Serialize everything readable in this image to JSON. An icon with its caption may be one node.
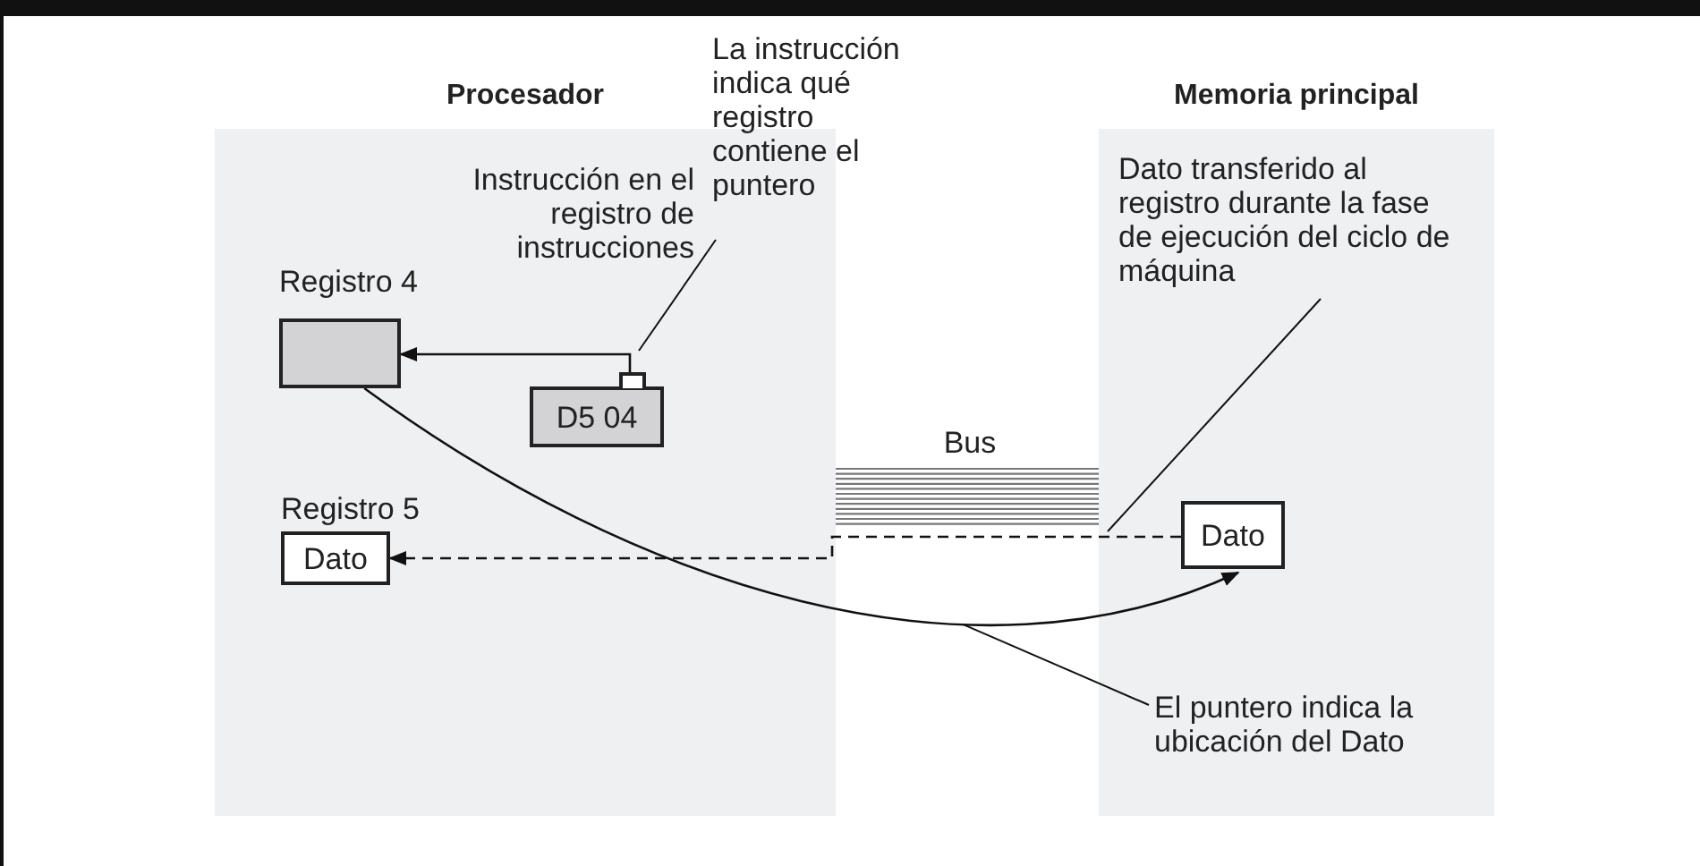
{
  "diagram": {
    "nodes": [
      {
        "text": [
          "Procesador"
        ]
      },
      {
        "text": [
          "Memoria principal"
        ]
      },
      {
        "text": [],
        "shape": "box",
        "beside": [
          "Registro 4"
        ],
        "in": 0
      },
      {
        "text": [
          "D5 04"
        ],
        "in": 0
      },
      {
        "text": [
          "Dato"
        ],
        "beside": [
          "Registro 5"
        ],
        "in": 0
      },
      {
        "text": [
          "Dato"
        ],
        "in": 1
      },
      {
        "text": [
          "La instrucción indica qué registro contiene el puntero"
        ]
      },
      {
        "text": [
          "Dato transferido al registro durante la fase de ejecución del ciclo de máquina"
        ],
        "in": 1
      },
      {
        "text": [
          "El puntero indica la ubicación del Dato"
        ],
        "in": 1
      }
    ],
    "edges": [
      {
        "from": 3,
        "to": 2,
        "arrow": "to"
      },
      {
        "from": 2,
        "to": 5,
        "arrow": "to"
      },
      {
        "from": 5,
        "to": 4,
        "arrow": "to",
        "style": "dashed"
      },
      {
        "from": 6,
        "to": 3,
        "arrow": "none"
      },
      {
        "from": 7,
        "to": null,
        "arrow": "none"
      },
      {
        "from": 8,
        "to": null,
        "arrow": "none"
      }
    ],
    "labels": [
      "Instrucción en el registro de instrucciones",
      "Bus"
    ]
  }
}
